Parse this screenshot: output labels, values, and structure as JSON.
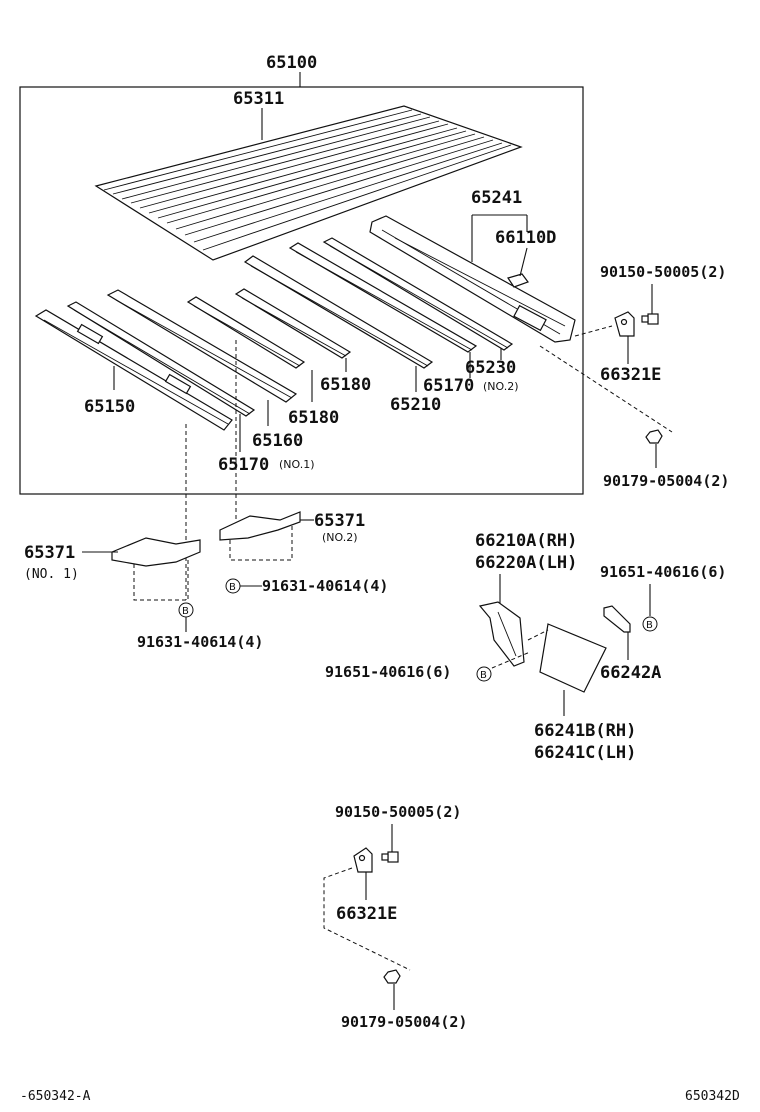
{
  "labels": {
    "assembly": "65100",
    "floor_panel": "65311",
    "side_sill": "65241",
    "bracket_66110": "66110D",
    "bolt_top": "90150-50005(2)",
    "hinge_top": "66321E",
    "nut_top": "90179-05004(2)",
    "member_65230": "65230",
    "no2": "(NO.2)",
    "member_65170_no2": "65170",
    "member_65180_a": "65180",
    "member_65180_b": "65180",
    "member_65210": "65210",
    "member_65150": "65150",
    "member_65160": "65160",
    "member_65170_no1": "65170",
    "no1": "(NO.1)",
    "plate_no2": "65371",
    "plate_no2_sub": "(NO.2)",
    "bolt_no2": "91631-40614(4)",
    "plate_no1": "65371",
    "plate_no1_sub": "(NO. 1)",
    "bolt_no1": "91631-40614(4)",
    "bracket_rh": "66210A(RH)",
    "bracket_lh": "66220A(LH)",
    "screw_right": "91651-40616(6)",
    "screw_left": "91651-40616(6)",
    "bracket_66242": "66242A",
    "mudflap_rh": "66241B(RH)",
    "mudflap_lh": "66241C(LH)",
    "bolt_bottom": "90150-50005(2)",
    "hinge_bottom": "66321E",
    "nut_bottom": "90179-05004(2)",
    "ref_left": "-650342-A",
    "ref_right": "650342D",
    "b_marker": "B"
  }
}
